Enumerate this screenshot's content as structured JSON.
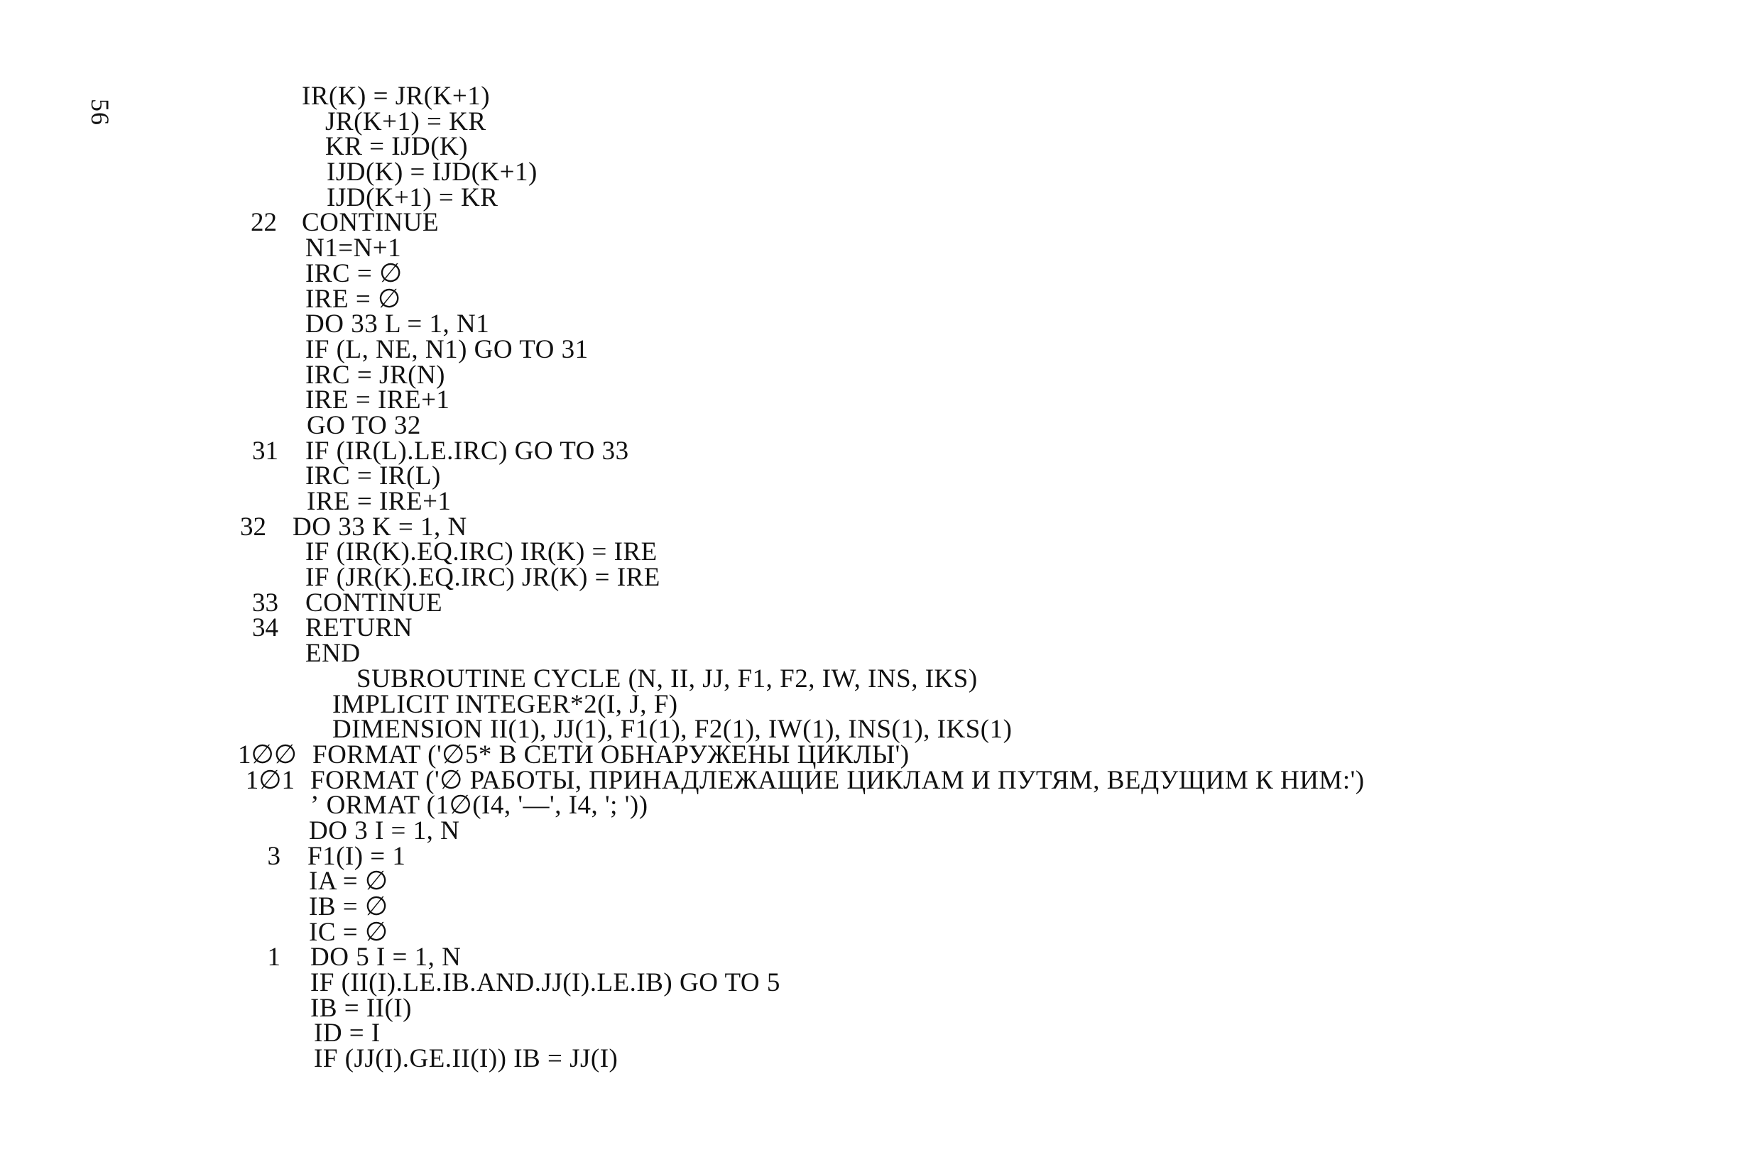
{
  "page": {
    "number": "56"
  },
  "listing": {
    "lines": [
      {
        "label": "",
        "text": "IR(K) = JR(K+1)"
      },
      {
        "label": "",
        "text": "JR(K+1) = KR"
      },
      {
        "label": "",
        "text": "KR = IJD(K)"
      },
      {
        "label": "",
        "text": "IJD(K) = IJD(K+1)"
      },
      {
        "label": "",
        "text": "IJD(K+1) = KR"
      },
      {
        "label": "22",
        "text": "CONTINUE"
      },
      {
        "label": "",
        "text": "N1=N+1"
      },
      {
        "label": "",
        "text": "IRC = ∅"
      },
      {
        "label": "",
        "text": "IRE = ∅"
      },
      {
        "label": "",
        "text": "DO 33 L = 1, N1"
      },
      {
        "label": "",
        "text": "IF (L, NE, N1) GO TO 31"
      },
      {
        "label": "",
        "text": "IRC = JR(N)"
      },
      {
        "label": "",
        "text": "IRE = IRE+1"
      },
      {
        "label": "",
        "text": "GO TO 32"
      },
      {
        "label": "31",
        "text": "IF (IR(L).LE.IRC) GO TO 33"
      },
      {
        "label": "",
        "text": "IRC = IR(L)"
      },
      {
        "label": "",
        "text": "IRE = IRE+1"
      },
      {
        "label": "32",
        "text": "DO 33 K = 1, N"
      },
      {
        "label": "",
        "text": "IF (IR(K).EQ.IRC) IR(K) = IRE"
      },
      {
        "label": "",
        "text": "IF (JR(K).EQ.IRC) JR(K) = IRE"
      },
      {
        "label": "33",
        "text": "CONTINUE"
      },
      {
        "label": "34",
        "text": "RETURN"
      },
      {
        "label": "",
        "text": "END"
      },
      {
        "label": "",
        "text": "SUBROUTINE CYCLE (N, II, JJ, F1, F2, IW, INS, IKS)"
      },
      {
        "label": "",
        "text": "IMPLICIT INTEGER*2(I, J, F)"
      },
      {
        "label": "",
        "text": "DIMENSION II(1), JJ(1), F1(1), F2(1), IW(1), INS(1), IKS(1)"
      },
      {
        "label": "1∅∅",
        "text": "FORMAT ('∅5* В СЕТИ ОБНАРУЖЕНЫ ЦИКЛЫ')"
      },
      {
        "label": "1∅1",
        "text": "FORMAT ('∅ РАБОТЫ, ПРИНАДЛЕЖАЩИЕ ЦИКЛАМ И ПУТЯМ, ВЕДУЩИМ К НИМ:')"
      },
      {
        "label": "",
        "text": "ʼ ORMAT (1∅(I4, '—', I4, '; '))"
      },
      {
        "label": "",
        "text": "DO 3 I = 1, N"
      },
      {
        "label": "3",
        "text": "F1(I) = 1"
      },
      {
        "label": "",
        "text": "IA = ∅"
      },
      {
        "label": "",
        "text": "IB = ∅"
      },
      {
        "label": "",
        "text": "IC = ∅"
      },
      {
        "label": "1",
        "text": "DO 5 I = 1, N"
      },
      {
        "label": "",
        "text": "IF (II(I).LE.IB.AND.JJ(I).LE.IB) GO TO 5"
      },
      {
        "label": "",
        "text": "IB = II(I)"
      },
      {
        "label": "",
        "text": "ID = I"
      },
      {
        "label": "",
        "text": "IF (JJ(I).GE.II(I)) IB = JJ(I)"
      }
    ]
  }
}
